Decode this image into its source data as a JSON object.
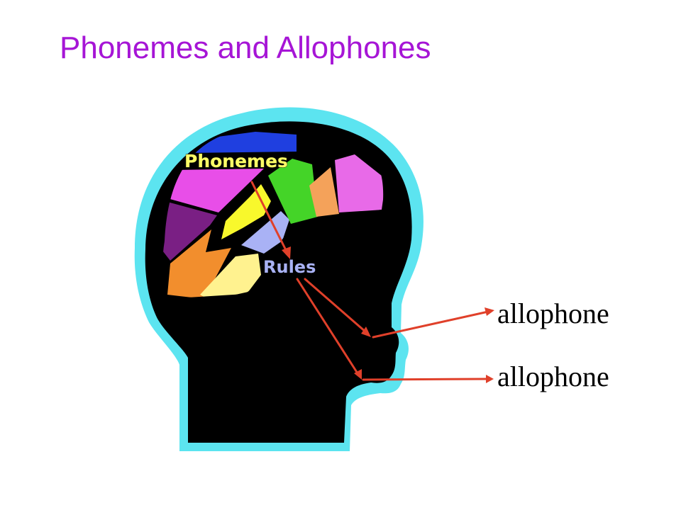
{
  "title": "Phonemes and Allophones",
  "colors": {
    "title": "#a615d6",
    "outline": "#5ce4f0",
    "head": "#000000",
    "arrow": "#e0402a",
    "label_fill": "#ffff66",
    "rules_fill": "#a9b2f5"
  },
  "diagram": {
    "phonemes_label": "Phonemes",
    "rules_label": "Rules",
    "outputs": [
      "allophone",
      "allophone"
    ]
  }
}
